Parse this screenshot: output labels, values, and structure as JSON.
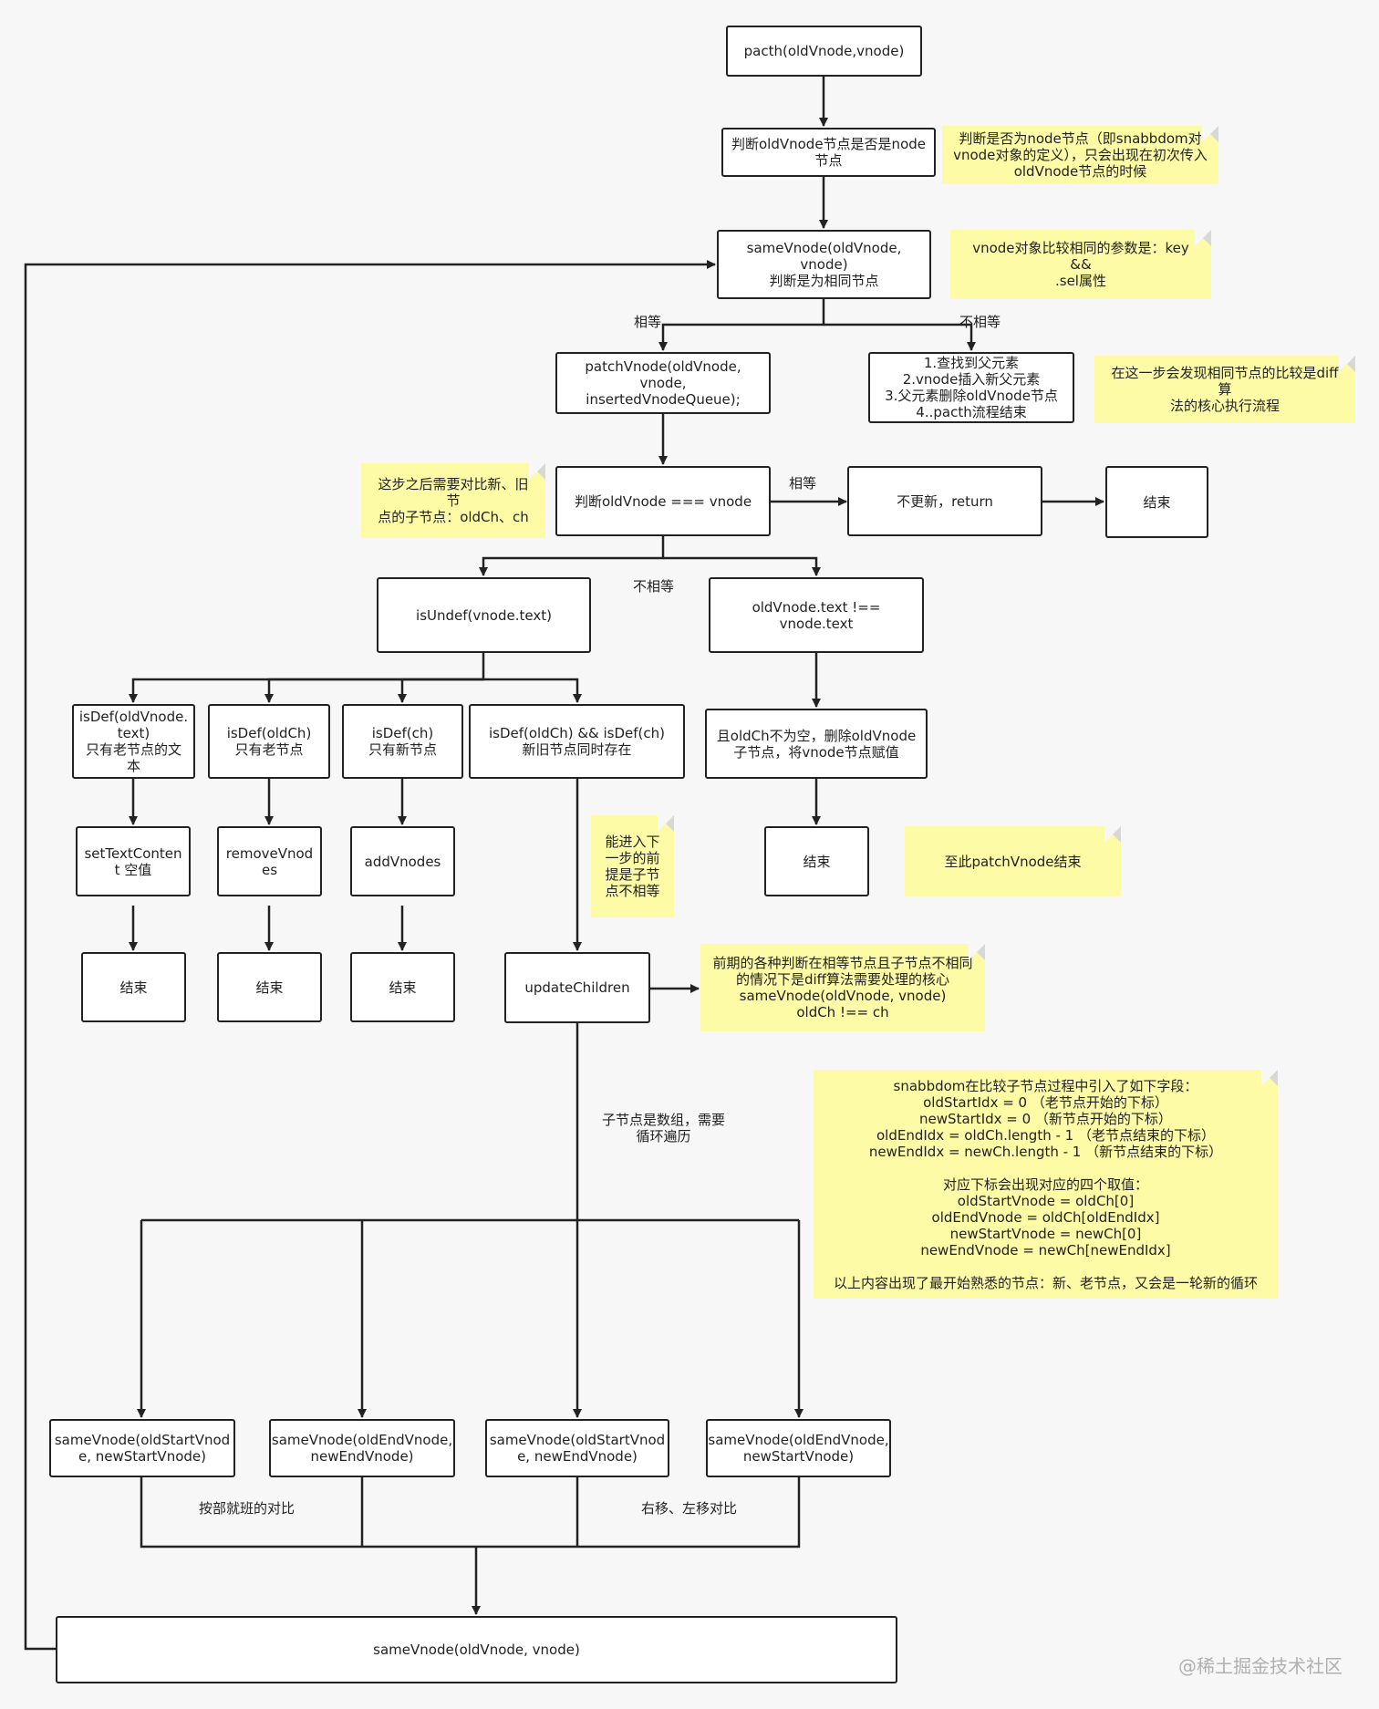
{
  "nodes": {
    "start": "pacth(oldVnode,vnode)",
    "isNode": "判断oldVnode节点是否是node节点",
    "sameVnode": "sameVnode(oldVnode,\nvnode)\n判断是为相同节点",
    "patchVnode": "patchVnode(oldVnode, vnode,\ninsertedVnodeQueue);",
    "replace": "1.查找到父元素\n2.vnode插入新父元素\n3.父元素删除oldVnode节点\n4..pacth流程结束",
    "equal": "判断oldVnode === vnode",
    "noUpdate": "不更新，return",
    "end1": "结束",
    "isUndef": "isUndef(vnode.text)",
    "textNe": "oldVnode.text !== vnode.text",
    "isDefOld": "isDef(oldVnode.\ntext)\n只有老节点的文\n本",
    "isDefOldCh": "isDef(oldCh)\n只有老节点",
    "isDefCh": "isDef(ch)\n只有新节点",
    "isDefBoth": "isDef(oldCh) && isDef(ch)\n新旧节点同时存在",
    "removeOld": "且oldCh不为空，删除oldVnode\n子节点，将vnode节点赋值",
    "setText": "setTextConten\nt 空值",
    "removeVnodes": "removeVnod\nes",
    "addVnodes": "addVnodes",
    "end2": "结束",
    "end3": "结束",
    "end4": "结束",
    "end5": "结束",
    "updateChildren": "updateChildren",
    "sv1": "sameVnode(oldStartVnod\ne, newStartVnode)",
    "sv2": "sameVnode(oldEndVnode,\nnewEndVnode)",
    "sv3": "sameVnode(oldStartVnod\ne, newEndVnode)",
    "sv4": "sameVnode(oldEndVnode,\nnewStartVnode)",
    "final": "sameVnode(oldVnode, vnode)"
  },
  "notes": {
    "n1": "判断是否为node节点（即snabbdom对\nvnode对象的定义），只会出现在初次传入\noldVnode节点的时候",
    "n2": "vnode对象比较相同的参数是：key &&\n.sel属性",
    "n3": "在这一步会发现相同节点的比较是diff算\n法的核心执行流程",
    "n4": "这步之后需要对比新、旧节\n点的子节点：oldCh、ch",
    "n5": "能进入下\n一步的前\n提是子节\n点不相等",
    "n6": "至此patchVnode结束",
    "n7": "前期的各种判断在相等节点且子节点不相同\n的情况下是diff算法需要处理的核心\nsameVnode(oldVnode, vnode)\noldCh !== ch",
    "n8": "snabbdom在比较子节点过程中引入了如下字段：\noldStartIdx = 0  （老节点开始的下标）\nnewStartIdx = 0  （新节点开始的下标）\noldEndIdx = oldCh.length - 1  （老节点结束的下标）\nnewEndIdx = newCh.length - 1  （新节点结束的下标）\n\n对应下标会出现对应的四个取值：\noldStartVnode = oldCh[0]\noldEndVnode = oldCh[oldEndIdx]\nnewStartVnode = newCh[0]\nnewEndVnode = newCh[newEndIdx]\n\n以上内容出现了最开始熟悉的节点：新、老节点，又会是一轮新的循环"
  },
  "labels": {
    "equal1": "相等",
    "notEqual1": "不相等",
    "equal2": "相等",
    "notEqual2": "不相等",
    "childArray": "子节点是数组，需要\n循环遍历",
    "inOrder": "按部就班的对比",
    "shift": "右移、左移对比"
  },
  "watermark": "@稀土掘金技术社区",
  "colors": {
    "note": "#fdfba6",
    "line": "#222222"
  }
}
